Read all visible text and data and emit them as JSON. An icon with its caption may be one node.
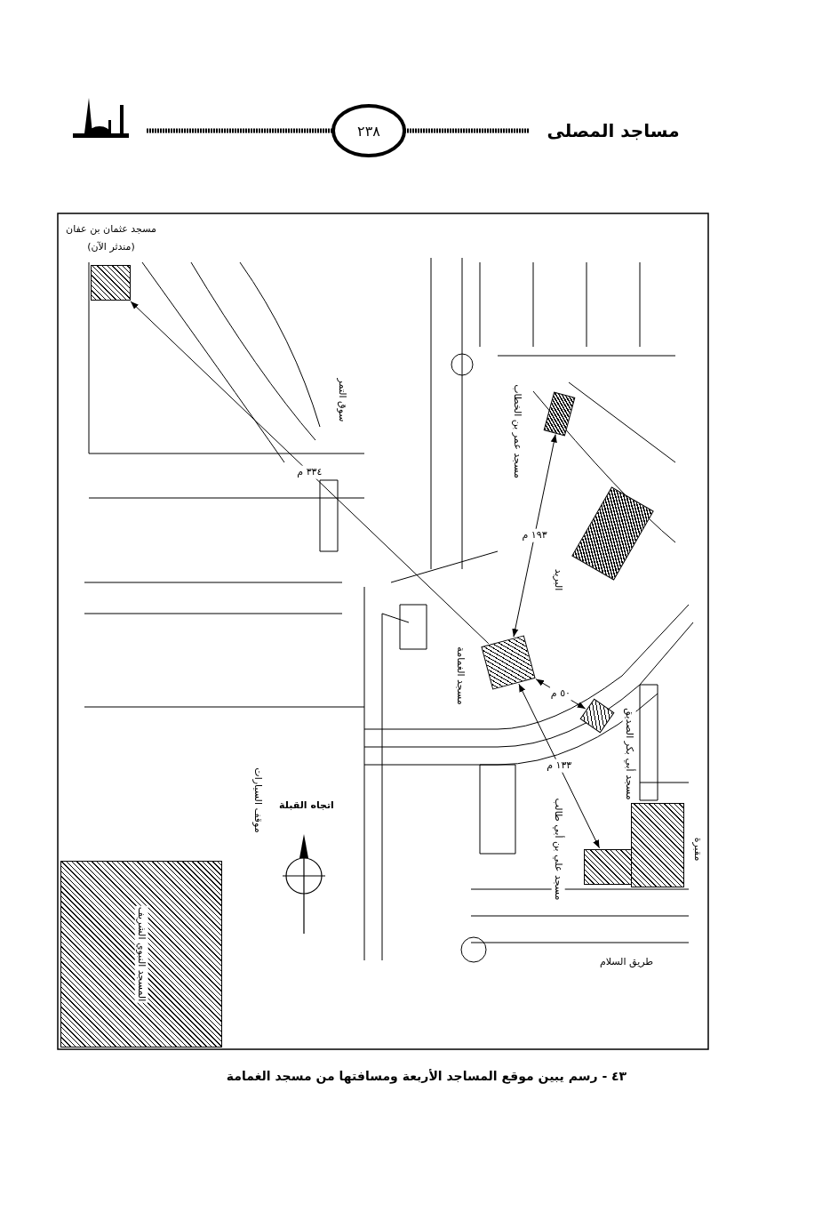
{
  "diagram": {
    "caption": "٤٣ - رسم يبين موقع المساجد الأربعة ومسافتها من مسجد الغمامة",
    "nodes": [
      {
        "text": [
          "مسجد عثمان بن عفان",
          "(مندثر الآن)"
        ]
      },
      {
        "text": [
          "مسجد عمر بن الخطاب"
        ]
      },
      {
        "text": [
          "مسجد الغمامة"
        ]
      },
      {
        "text": [
          "مسجد أبي بكر الصديق"
        ]
      },
      {
        "text": [
          "مسجد علي بن أبي طالب"
        ]
      },
      {
        "text": [
          "البريد"
        ]
      },
      {
        "text": [
          "مقبرة"
        ]
      },
      {
        "text": [
          "المسجد النبوي الشريف"
        ]
      }
    ],
    "edges": [
      {
        "from": 2,
        "to": 0,
        "arrow": "to",
        "label": "٣٣٤ م"
      },
      {
        "from": 2,
        "to": 1,
        "arrow": "both",
        "label": "١٩٣ م"
      },
      {
        "from": 2,
        "to": 3,
        "arrow": "both",
        "label": "٥٠ م"
      },
      {
        "from": 2,
        "to": 4,
        "arrow": "both",
        "label": "١٣٣ م"
      }
    ],
    "labels": [
      "مساجد المصلى",
      "٢٣٨",
      "سوق التمر",
      "موقف السيارات",
      "اتجاه القبلة",
      "طريق السلام"
    ]
  }
}
